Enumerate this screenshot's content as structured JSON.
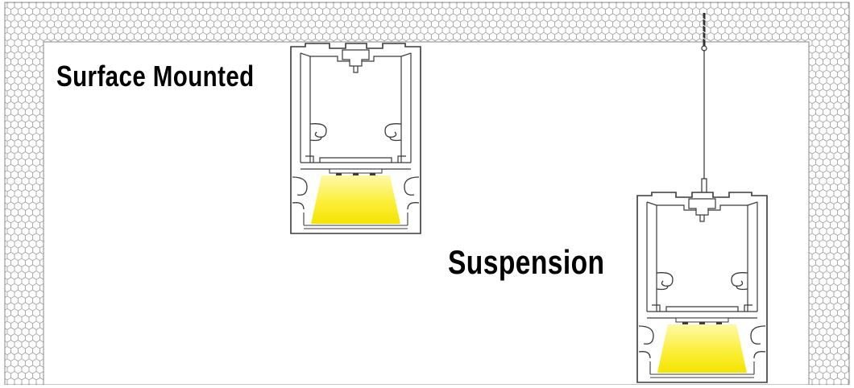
{
  "labels": {
    "surface_mounted": "Surface Mounted",
    "suspension": "Suspension"
  },
  "colors": {
    "wall_fill": "#ffffff",
    "wall_pattern": "#9a9a9a",
    "profile_stroke": "#3a3a3a",
    "light_top": "#fff9a8",
    "light_bottom": "#f4e400",
    "cable": "#333333"
  },
  "icons": {
    "ceiling": "honeycomb-hatched-ceiling-and-walls",
    "fixture_profile": "aluminium-led-profile-section",
    "light_beam": "yellow-light-trapezoid",
    "suspension_cable": "hanging-wire-cable"
  }
}
